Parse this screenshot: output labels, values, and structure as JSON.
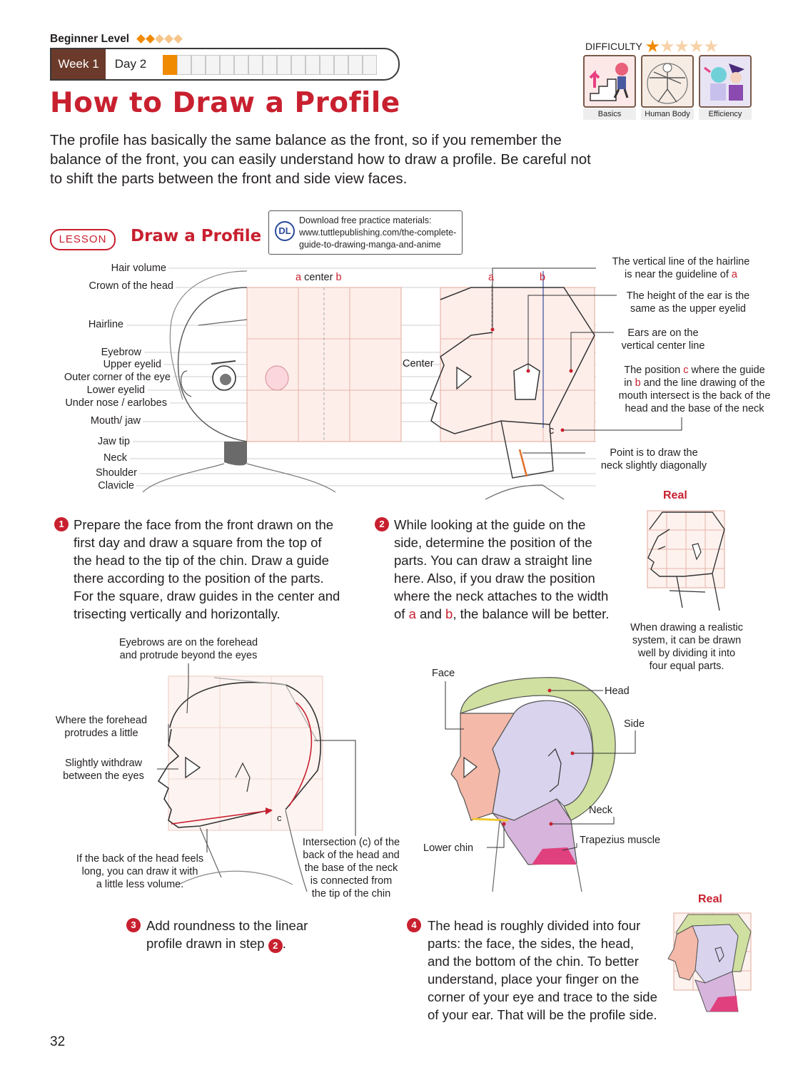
{
  "header": {
    "level_label": "Beginner Level",
    "level_diamonds": [
      1,
      1,
      0,
      0,
      0
    ],
    "week": "Week 1",
    "day": "Day 2",
    "progress_cells_filled": 1,
    "progress_cells_total": 15,
    "difficulty_label": "DIFFICULTY",
    "difficulty_stars": 1,
    "difficulty_max": 5,
    "badges": [
      "Basics",
      "Human Body",
      "Efficiency"
    ]
  },
  "title": "How to Draw a Profile",
  "intro": "The profile has basically the same balance as the front, so if you remember the balance of the front, you can easily understand how to draw a profile. Be careful not to shift the parts between the front and side view faces.",
  "lesson": {
    "tag": "LESSON",
    "title": "Draw a Profile",
    "download_line1": "Download free practice materials:",
    "download_line2": "www.tuttlepublishing.com/the-complete-",
    "download_line3": "guide-to-drawing-manga-and-anime",
    "download_icon": "DL"
  },
  "front_labels": {
    "hair_volume": "Hair volume",
    "crown": "Crown of the head",
    "hairline": "Hairline",
    "eyebrow": "Eyebrow",
    "upper_eyelid": "Upper eyelid",
    "outer_corner": "Outer corner of the eye",
    "lower_eyelid": "Lower eyelid",
    "under_nose": "Under nose / earlobes",
    "mouth_jaw": "Mouth/ jaw",
    "jaw_tip": "Jaw tip",
    "neck": "Neck",
    "shoulder": "Shoulder",
    "clavicle": "Clavicle",
    "center": "center",
    "a": "a",
    "b": "b",
    "center_side": "Center",
    "c": "c"
  },
  "side_notes": {
    "n1": [
      "The vertical line of the hairline",
      "is near the guideline of "
    ],
    "n1_red": "a",
    "n2": [
      "The height of the ear is the",
      "same as the upper eyelid"
    ],
    "n3": [
      "Ears are on the",
      "vertical center line"
    ],
    "n4_a": "The position ",
    "n4_c": "c",
    "n4_b": " where the guide",
    "n4_line2a": "in ",
    "n4_line2b": "b",
    "n4_line2c": " and the line drawing of the",
    "n4_rest": [
      "mouth intersect is the back of the",
      "head and the base of the neck"
    ],
    "n5": [
      "Point is to draw the",
      "neck slightly diagonally"
    ]
  },
  "steps": {
    "s1_num": "1",
    "s1": [
      "Prepare the face from the front drawn on the",
      "first day and draw a square from the top of",
      "the head to the tip of the chin. Draw a guide",
      "there according to the position of the parts.",
      "For the square, draw guides in the center and",
      "trisecting vertically and horizontally."
    ],
    "s2_num": "2",
    "s2": [
      "While looking at the guide on the",
      "side, determine the position of the",
      "parts. You can draw a straight line",
      "here. Also, if you draw the position",
      "where the neck attaches to the width"
    ],
    "s2_last_a": "of ",
    "s2_last_b": "a",
    "s2_last_c": " and ",
    "s2_last_d": "b",
    "s2_last_e": ", the balance will be better.",
    "s3_num": "3",
    "s3_a": "Add roundness to the linear",
    "s3_b": "profile drawn in step ",
    "s3_ref": "2",
    "s3_end": ".",
    "s4_num": "4",
    "s4": [
      "The head is roughly divided into four",
      "parts: the face, the sides, the head,",
      "and the bottom of the chin. To better",
      "understand, place your finger on the",
      "corner of your eye and trace to the side",
      "of your ear. That will be the profile side."
    ]
  },
  "real1": {
    "label": "Real",
    "caption": [
      "When drawing a realistic",
      "system, it can be drawn",
      "well by dividing it into",
      "four equal parts."
    ]
  },
  "step3_labels": {
    "top": [
      "Eyebrows are on the forehead",
      "and protrude beyond the eyes"
    ],
    "forehead": [
      "Where the forehead",
      "protrudes a little"
    ],
    "withdraw": [
      "Slightly withdraw",
      "between the eyes"
    ],
    "back": [
      "If the back of the head feels",
      "long, you can draw it with",
      "a little less volume."
    ],
    "intersection": [
      "Intersection (c) of the",
      "back of the head and",
      "the base of the neck",
      "is connected from",
      "the tip of the chin"
    ],
    "c": "c"
  },
  "step4_labels": {
    "face": "Face",
    "head": "Head",
    "side": "Side",
    "neck": "Neck",
    "trapezius": "Trapezius muscle",
    "lower_chin": "Lower chin"
  },
  "real2": {
    "label": "Real"
  },
  "page_number": "32",
  "colors": {
    "accent": "#c8202f",
    "brown": "#6b3a2a",
    "orange": "#f08a00",
    "face_fill": "#f4b9a8",
    "side_fill": "#d9d3ee",
    "head_fill": "#cfe0a0",
    "neck_fill": "#d6b4dc",
    "trap_fill": "#e0407e",
    "grid_line": "#e8b4a8"
  }
}
